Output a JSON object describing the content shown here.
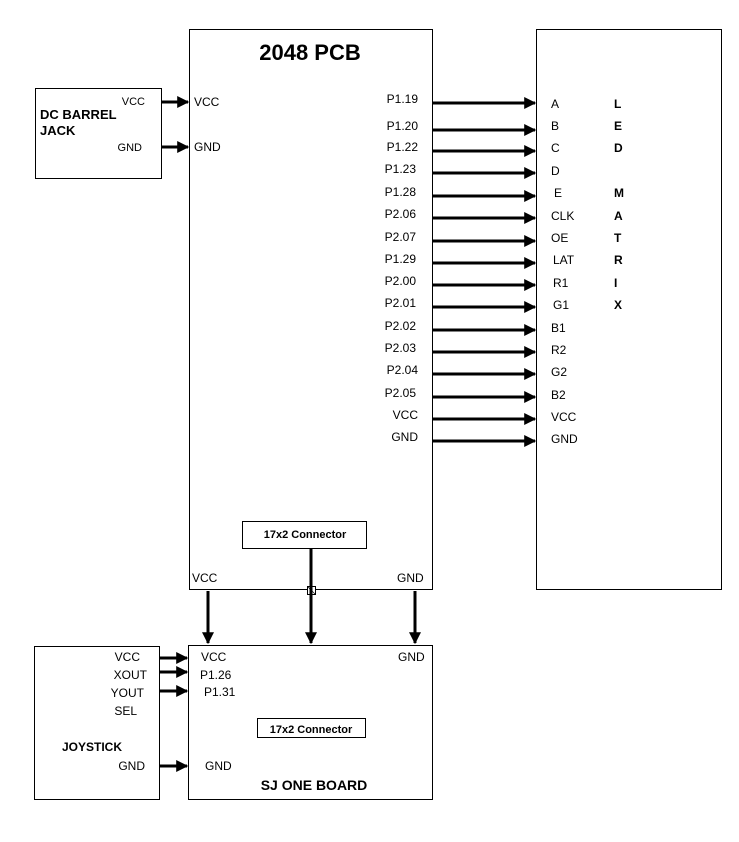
{
  "pcb": {
    "title": "2048 PCB",
    "connector_label": "17x2 Connector",
    "bottom_vcc": "VCC",
    "bottom_gnd": "GND",
    "left_vcc": "VCC",
    "left_gnd": "GND",
    "pins": [
      "P1.19",
      "P1.20",
      "P1.22",
      "P1.23",
      "P1.28",
      "P2.06",
      "P2.07",
      "P1.29",
      "P2.00",
      "P2.01",
      "P2.02",
      "P2.03",
      "P2.04",
      "P2.05",
      "VCC",
      "GND"
    ]
  },
  "barrel_jack": {
    "title": [
      "DC BARREL",
      "JACK"
    ],
    "vcc": "VCC",
    "gnd": "GND"
  },
  "led_matrix": {
    "pins": [
      "A",
      "B",
      "C",
      "D",
      "E",
      "CLK",
      "OE",
      "LAT",
      "R1",
      "G1",
      "B1",
      "R2",
      "G2",
      "B2",
      "VCC",
      "GND"
    ],
    "title_letters": [
      "L",
      "E",
      "D",
      "M",
      "A",
      "T",
      "R",
      "I",
      "X"
    ]
  },
  "joystick": {
    "title": "JOYSTICK",
    "pins": [
      "VCC",
      "XOUT",
      "YOUT",
      "SEL"
    ],
    "gnd": "GND"
  },
  "sj_one": {
    "title": "SJ ONE BOARD",
    "connector_label": "17x2 Connector",
    "vcc": "VCC",
    "gnd_top": "GND",
    "p126": "P1.26",
    "p131": "P1.31",
    "gnd_left": "GND"
  }
}
